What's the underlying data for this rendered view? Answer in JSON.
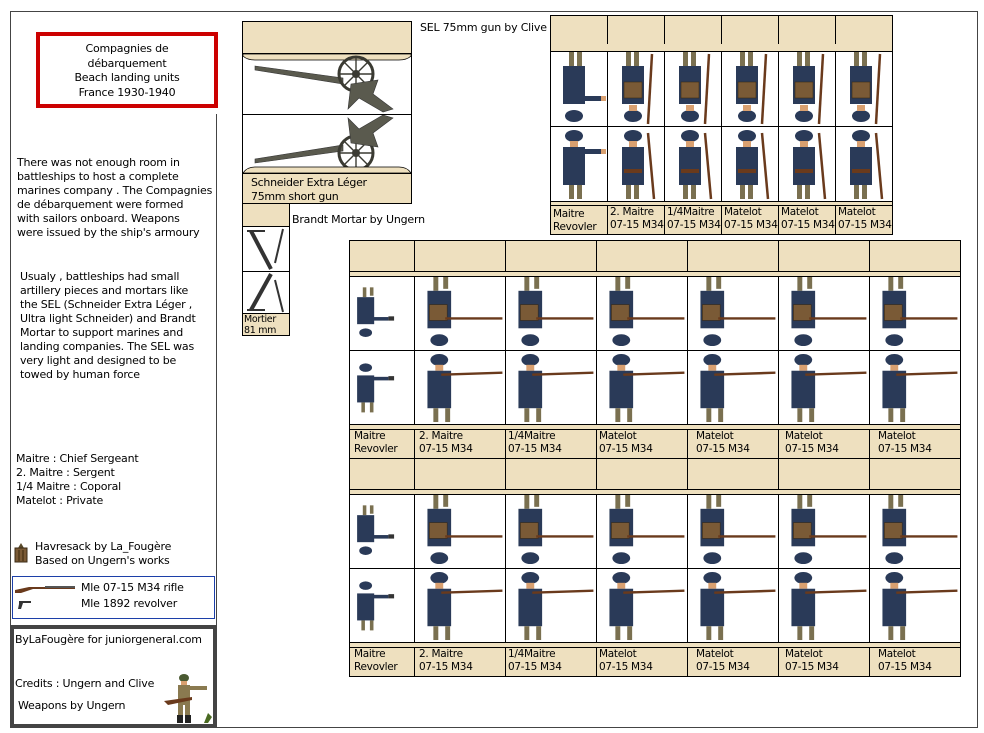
{
  "title_box": {
    "lines": [
      "Compagnies de",
      "débarquement",
      "Beach landing units",
      "France 1930-1940"
    ]
  },
  "intro_text": "There was not enough room in\nbattleships to host a complete\nmarines company . The Compagnies\nde débarquement were formed\nwith sailors onboard. Weapons\nwere issued by the ship's armoury",
  "artillery_text": "Usualy , battleships had small\nartillery pieces and mortars like\nthe SEL (Schneider Extra Léger ,\nUltra light Schneider) and Brandt\nMortar to support marines and\nlanding companies. The SEL was\nvery light and designed to be\ntowed by human force",
  "ranks_text": "Maitre : Chief Sergeant\n2. Maitre : Sergent\n1/4 Maitre : Coporal\nMatelot : Private",
  "havresack": {
    "line1": "Havresack by La_Fougère",
    "line2": "Based on Ungern's works",
    "icon": "havresack-icon"
  },
  "weapons": {
    "rifle": "Mle 07-15 M34 rifle",
    "revolver": "Mle 1892 revolver"
  },
  "credits": {
    "author": "ByLaFougère for juniorgeneral.com",
    "credits": "Credits : Ungern and Clive",
    "weapons": "Weapons by Ungern"
  },
  "gun": {
    "caption": "SEL 75mm gun by Clive",
    "label": "Schneider Extra Léger\n75mm short gun"
  },
  "mortar": {
    "caption": "Brandt Mortar by Ungern",
    "label": "Mortier\n81 mm"
  },
  "colors": {
    "tan": "#eee0bf",
    "title_border": "#cc0000",
    "weapons_border": "#1c3fa8",
    "uniform": "#2a3a58",
    "gun": "#5a5a4e"
  },
  "top_sheet": {
    "labels": [
      "Maitre\nRevovler",
      "2. Maitre\n07-15 M34",
      "1/4Maitre\n07-15 M34",
      "Matelot\n07-15 M34",
      "Matelot\n07-15 M34",
      "Matelot\n07-15 M34"
    ]
  },
  "firing_sheet_1": {
    "labels": [
      "Maitre\nRevovler",
      "2. Maitre\n07-15 M34",
      "1/4Maitre\n07-15 M34",
      "Matelot\n07-15 M34",
      "Matelot\n07-15 M34",
      "Matelot\n07-15 M34",
      "Matelot\n07-15 M34"
    ]
  },
  "firing_sheet_2": {
    "labels": [
      "Maitre\nRevovler",
      "2. Maitre\n07-15 M34",
      "1/4Maitre\n07-15 M34",
      "Matelot\n07-15 M34",
      "Matelot\n07-15 M34",
      "Matelot\n07-15 M34",
      "Matelot\n07-15 M34"
    ]
  }
}
